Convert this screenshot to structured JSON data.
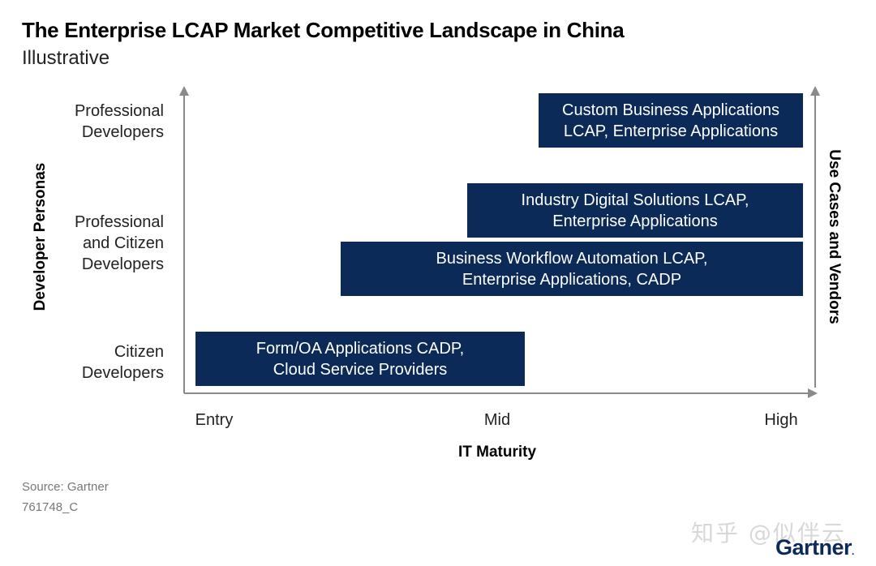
{
  "title": "The Enterprise LCAP Market Competitive Landscape in China",
  "subtitle": "Illustrative",
  "y_axis_label": "Developer Personas",
  "right_axis_label": "Use Cases and Vendors",
  "x_axis_label": "IT Maturity",
  "y_ticks": [
    [
      "Professional",
      "Developers"
    ],
    [
      "Professional",
      "and Citizen",
      "Developers"
    ],
    [
      "Citizen",
      "Developers"
    ]
  ],
  "x_ticks": [
    "Entry",
    "Mid",
    "High"
  ],
  "segments": [
    [
      "Custom Business Applications",
      "LCAP, Enterprise Applications"
    ],
    [
      "Industry Digital Solutions LCAP,",
      "Enterprise Applications"
    ],
    [
      "Business Workflow Automation LCAP,",
      "Enterprise Applications, CADP"
    ],
    [
      "Form/OA Applications CADP,",
      "Cloud Service Providers"
    ]
  ],
  "source": "Source: Gartner",
  "doc_id": "761748_C",
  "watermark": "知乎 @似伴云",
  "logo": "Gartner",
  "colors": {
    "box_fill": "#0b2a57",
    "axis": "#888888"
  }
}
